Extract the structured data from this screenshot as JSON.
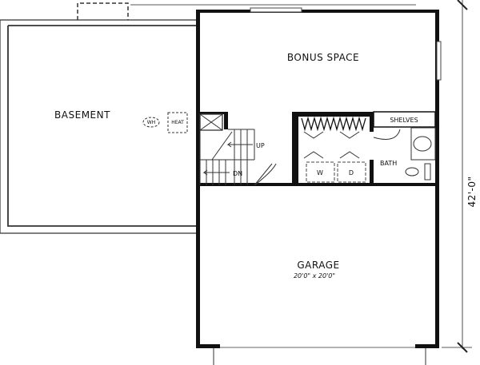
{
  "rooms": {
    "basement": "BASEMENT",
    "bonus": "BONUS SPACE",
    "garage": "GARAGE",
    "garage_size": "20'0\" x 20'0\"",
    "shelves": "SHELVES",
    "bath": "BATH",
    "washer": "W",
    "dryer": "D",
    "heat": "HEAT",
    "water_heater": "WH"
  },
  "stairs": {
    "up": "UP",
    "down": "DN"
  },
  "dimensions": {
    "depth": "42'-0\""
  }
}
